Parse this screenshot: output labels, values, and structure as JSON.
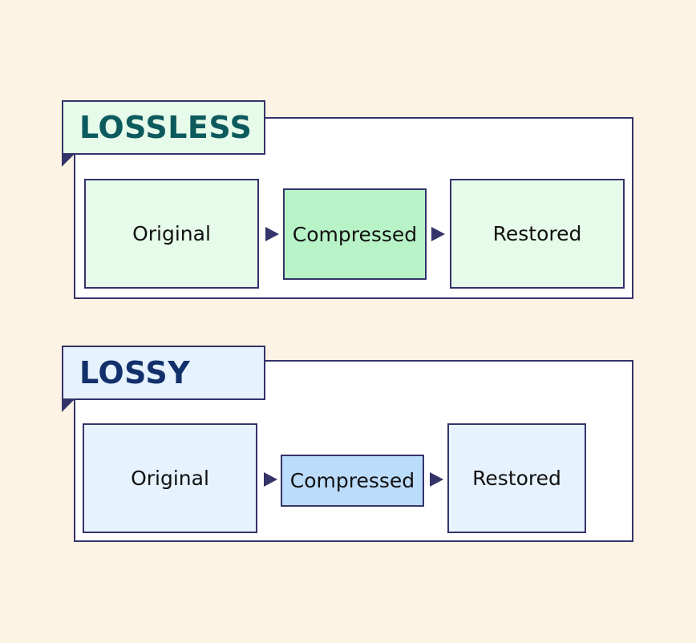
{
  "groups": {
    "lossless": {
      "title": "LOSSLESS",
      "original": "Original",
      "compressed": "Compressed",
      "restored": "Restored"
    },
    "lossy": {
      "title": "LOSSY",
      "original": "Original",
      "compressed": "Compressed",
      "restored": "Restored"
    }
  },
  "colors": {
    "background": "#fdf3e4",
    "border": "#34336a",
    "lossless_fill": "#e6fbe9",
    "lossless_compressed_fill": "#b8f3c8",
    "lossless_title": "#0d5a5e",
    "lossy_fill": "#e6f2fd",
    "lossy_compressed_fill": "#bcdcfb",
    "lossy_title": "#12306b"
  }
}
